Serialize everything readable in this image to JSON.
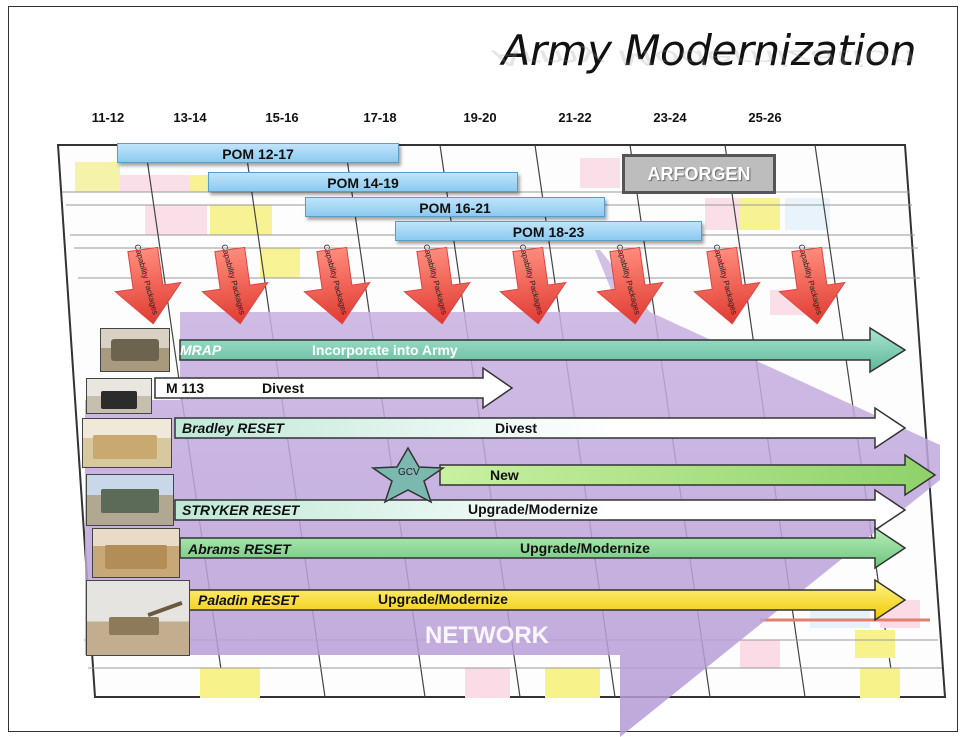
{
  "title": "Army Modernization",
  "years": [
    "11-12",
    "13-14",
    "15-16",
    "17-18",
    "19-20",
    "21-22",
    "23-24",
    "25-26"
  ],
  "pom_bars": [
    "POM 12-17",
    "POM 14-19",
    "POM 16-21",
    "POM 18-23"
  ],
  "arforgen": "ARFORGEN",
  "capability_packages": "Capability Packages",
  "rows": {
    "mrap": {
      "name": "MRAP",
      "action": "Incorporate into Army"
    },
    "m113": {
      "name": "M 113",
      "action": "Divest"
    },
    "bradley": {
      "name": "Bradley RESET",
      "action": "Divest"
    },
    "gcv": {
      "name": "GCV",
      "action": "New"
    },
    "stryker": {
      "name": "STRYKER  RESET",
      "action": "Upgrade/Modernize"
    },
    "abrams": {
      "name": "Abrams RESET",
      "action": "Upgrade/Modernize"
    },
    "paladin": {
      "name": "Paladin RESET",
      "action": "Upgrade/Modernize"
    }
  },
  "network": "NETWORK",
  "icons": {
    "mrap": "mrap-vehicle-photo",
    "m113": "m113-vehicle-photo",
    "bradley": "bradley-vehicle-photo",
    "stryker": "stryker-vehicle-photo",
    "abrams": "abrams-tank-photo",
    "paladin": "paladin-howitzer-photo"
  }
}
